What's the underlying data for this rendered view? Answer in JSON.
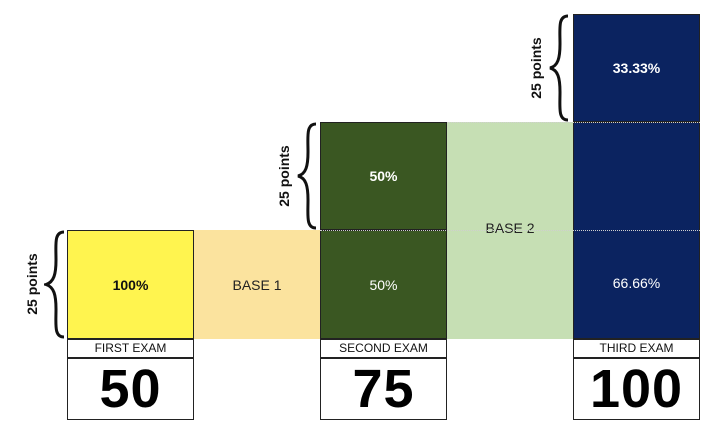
{
  "exams": [
    {
      "label": "FIRST EXAM",
      "score": "50"
    },
    {
      "label": "SECOND EXAM",
      "score": "75"
    },
    {
      "label": "THIRD EXAM",
      "score": "100"
    }
  ],
  "bases": [
    "BASE 1",
    "BASE 2"
  ],
  "first": {
    "pct": "100%"
  },
  "second": {
    "top_pct": "50%",
    "bottom_pct": "50%"
  },
  "third": {
    "top_pct": "33.33%",
    "bottom_pct": "66.66%"
  },
  "brace_label": "25 points",
  "colors": {
    "yellow": "#FFF44F",
    "base1": "#FBE39E",
    "green_dark": "#3A5722",
    "base2": "#C6DFB4",
    "navy": "#0B2360"
  }
}
